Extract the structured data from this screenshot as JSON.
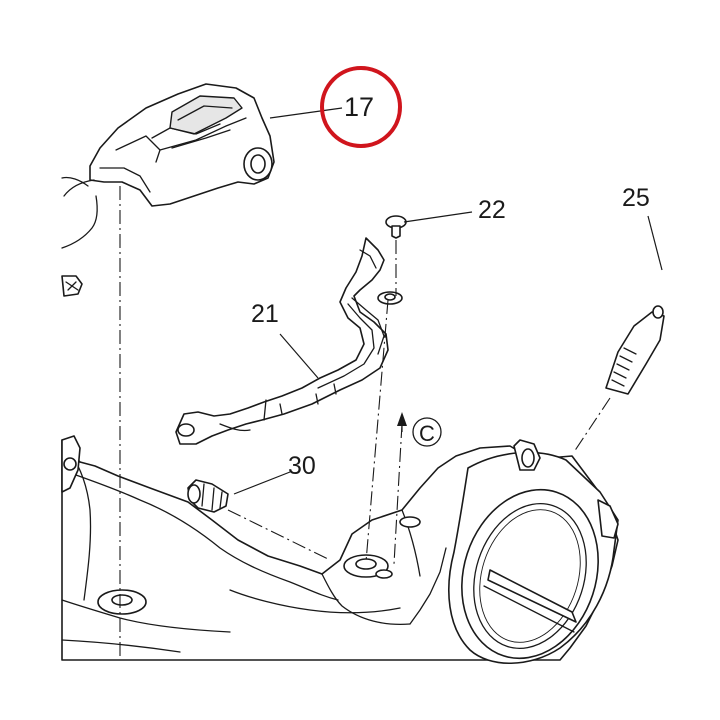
{
  "diagram": {
    "callouts": [
      {
        "id": "17",
        "label": "17",
        "highlighted": true
      },
      {
        "id": "21",
        "label": "21"
      },
      {
        "id": "22",
        "label": "22"
      },
      {
        "id": "25",
        "label": "25"
      },
      {
        "id": "30",
        "label": "30"
      }
    ],
    "view_marker": "C",
    "colors": {
      "line": "#1a1a1a",
      "highlight": "#d0151d",
      "background": "#ffffff",
      "shade": "#e6e6e6"
    }
  }
}
